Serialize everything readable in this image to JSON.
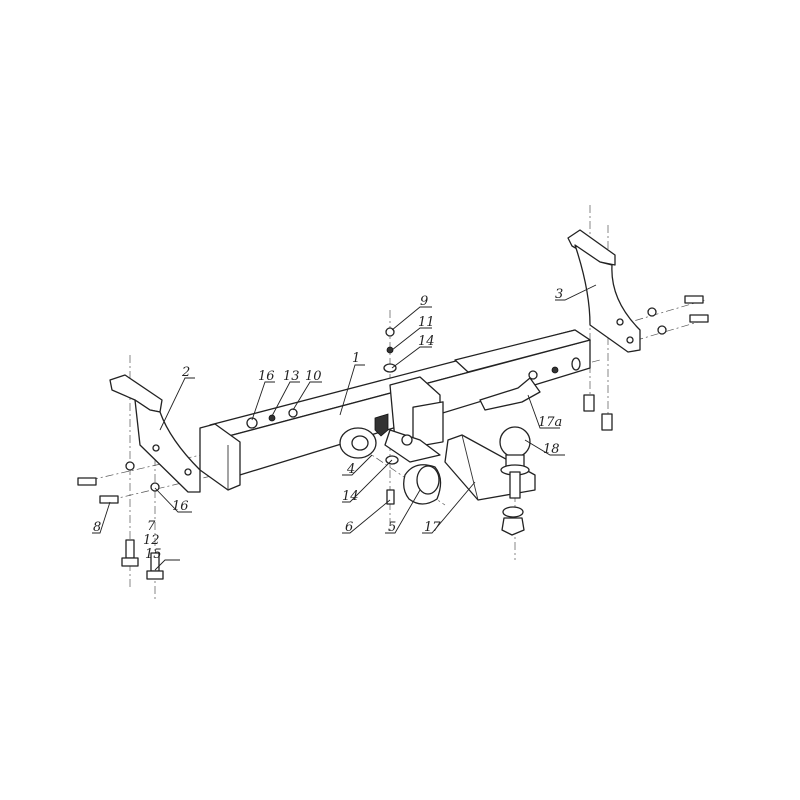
{
  "diagram": {
    "title": "Tow hitch exploded assembly",
    "callouts": {
      "p1": "1",
      "p2": "2",
      "p3": "3",
      "p4": "4",
      "p5": "5",
      "p6": "6",
      "p7": "7",
      "p8": "8",
      "p9": "9",
      "p10": "10",
      "p11": "11",
      "p12": "12",
      "p13": "13",
      "p14a": "14",
      "p14b": "14",
      "p15": "15",
      "p16a": "16",
      "p16b": "16",
      "p17": "17",
      "p17a": "17a",
      "p18": "18"
    }
  }
}
